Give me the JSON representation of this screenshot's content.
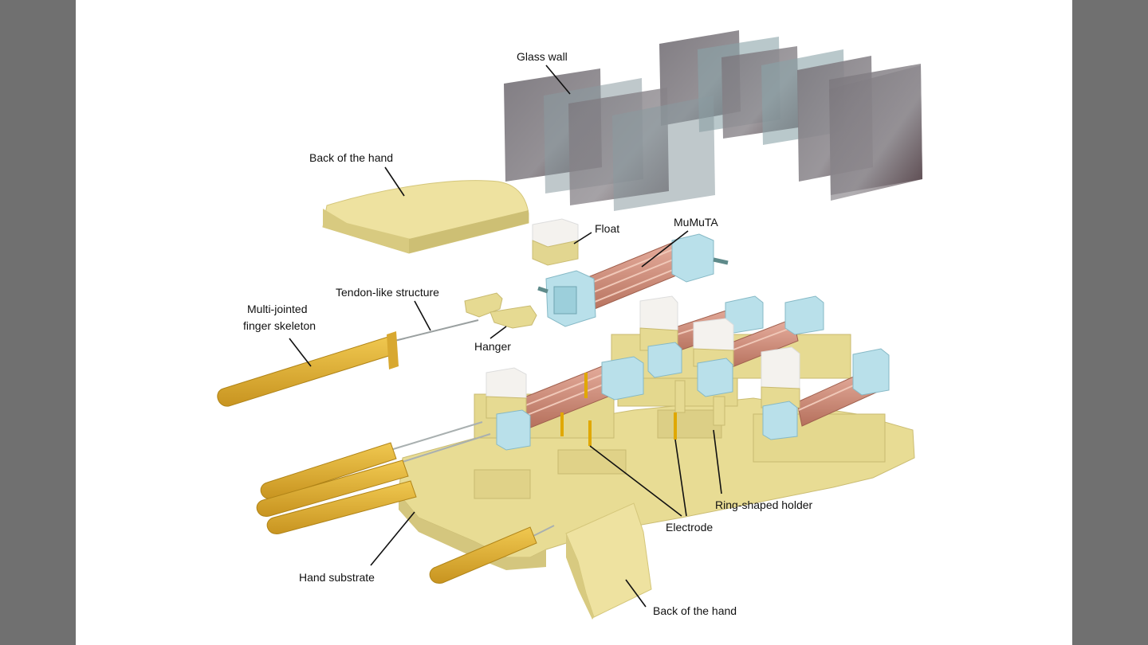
{
  "figure": {
    "labels": {
      "glass_wall": "Glass wall",
      "back_of_hand_top": "Back of the hand",
      "float": "Float",
      "mumuta": "MuMuTA",
      "tendon": "Tendon-like structure",
      "finger_skeleton_line1": "Multi-jointed",
      "finger_skeleton_line2": "finger skeleton",
      "hanger": "Hanger",
      "ring_holder": "Ring-shaped holder",
      "electrode": "Electrode",
      "hand_substrate": "Hand substrate",
      "back_of_hand_bottom": "Back of the hand"
    },
    "colors": {
      "side_bars": "#707070",
      "background": "#ffffff",
      "resin": "#e8dc94",
      "finger": "#e0b43c",
      "connector": "#b9e0ea",
      "tube": "#d4907c",
      "glass": "#6e6a70",
      "float_top": "#f4f2ee"
    }
  }
}
